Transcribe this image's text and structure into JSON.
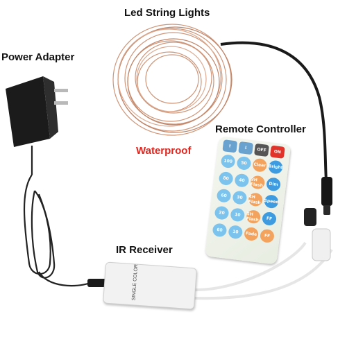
{
  "labels": {
    "led": "Led String Lights",
    "power": "Power Adapter",
    "remote": "Remote Controller",
    "waterproof": "Waterproof",
    "ir": "IR Receiver"
  },
  "remote_keys": {
    "top": [
      "⇧",
      "⇩",
      "OFF",
      "ON"
    ],
    "grid": [
      "100",
      "50",
      "Clear",
      "Bright",
      "80",
      "40",
      "3H Flash",
      "Dim",
      "60",
      "30",
      "4H Flash",
      "Speed",
      "20",
      "10",
      "5H Flash",
      "FF",
      "60",
      "10",
      "Fade",
      "FF"
    ]
  },
  "receiver": {
    "text": "SINGLE COLOR"
  },
  "colors": {
    "label_text": "#111111",
    "waterproof": "#e0261f",
    "wire_copper": "#c98a6a",
    "cable_black": "#1a1a1a",
    "cable_white": "#e8e8e8"
  }
}
